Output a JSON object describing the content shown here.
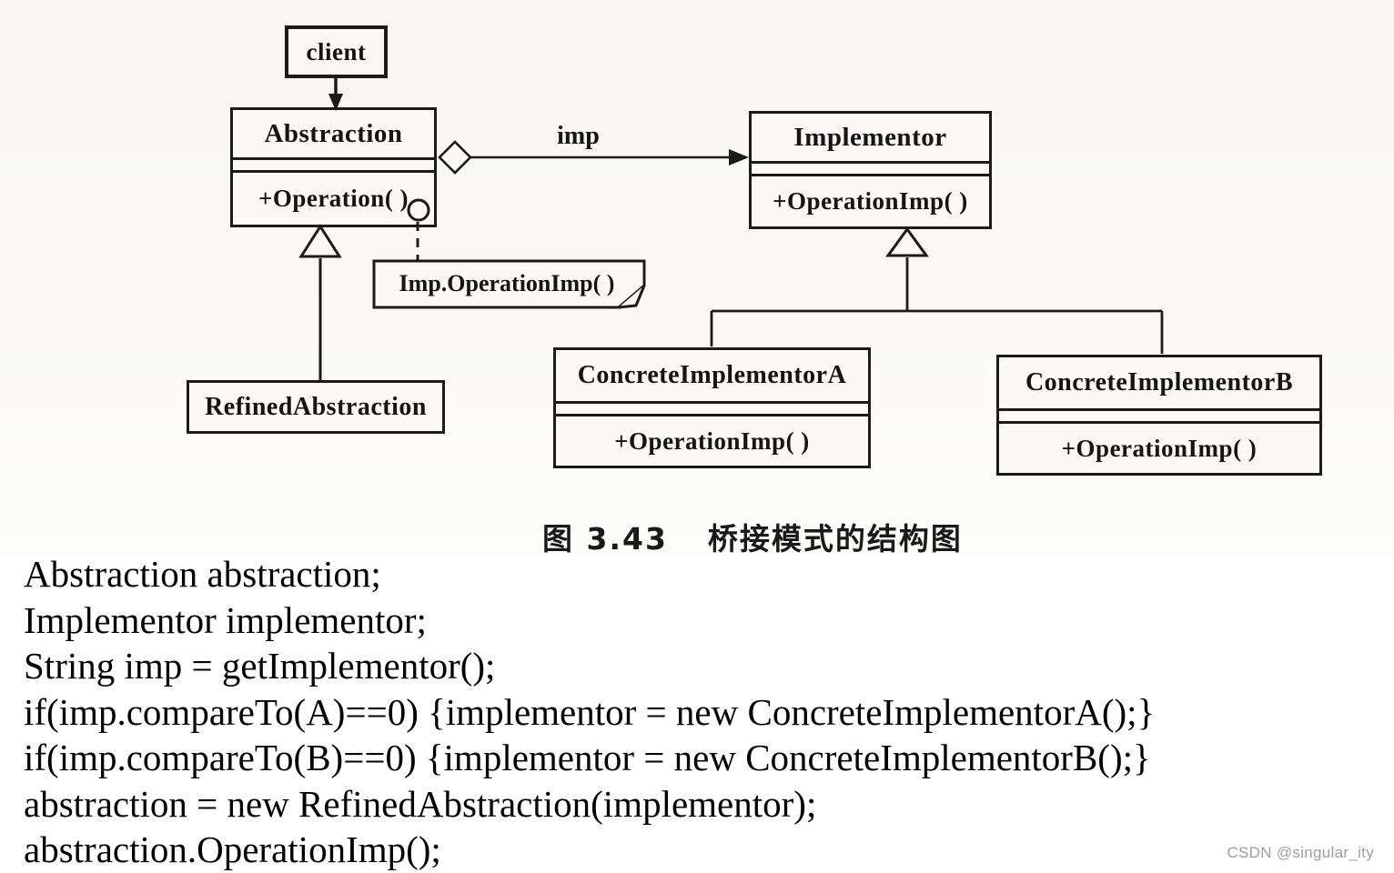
{
  "diagram": {
    "caption": {
      "figure_label": "图 3.43",
      "title": "桥接模式的结构图"
    },
    "association_label": "imp",
    "note": {
      "text": "Imp.OperationImp( )"
    },
    "classes": {
      "client": {
        "name": "client"
      },
      "abstraction": {
        "name": "Abstraction",
        "operation": "+Operation( )"
      },
      "implementor": {
        "name": "Implementor",
        "operation": "+OperationImp( )"
      },
      "refined_abstraction": {
        "name": "RefinedAbstraction"
      },
      "concrete_implementor_a": {
        "name": "ConcreteImplementorA",
        "operation": "+OperationImp( )"
      },
      "concrete_implementor_b": {
        "name": "ConcreteImplementorB",
        "operation": "+OperationImp( )"
      }
    }
  },
  "code": {
    "lines": [
      "Abstraction abstraction;",
      "Implementor implementor;",
      "String imp = getImplementor();",
      "if(imp.compareTo(A)==0) {implementor = new ConcreteImplementorA();}",
      "if(imp.compareTo(B)==0) {implementor = new ConcreteImplementorB();}",
      "abstraction = new RefinedAbstraction(implementor);",
      "abstraction.OperationImp();"
    ]
  },
  "watermark": "CSDN @singular_ity",
  "colors": {
    "ink": "#1b1b1b",
    "paper": "#ffffff",
    "diagram_paper": "#f8f7f5",
    "watermark_gray": "#9e9e9e"
  }
}
